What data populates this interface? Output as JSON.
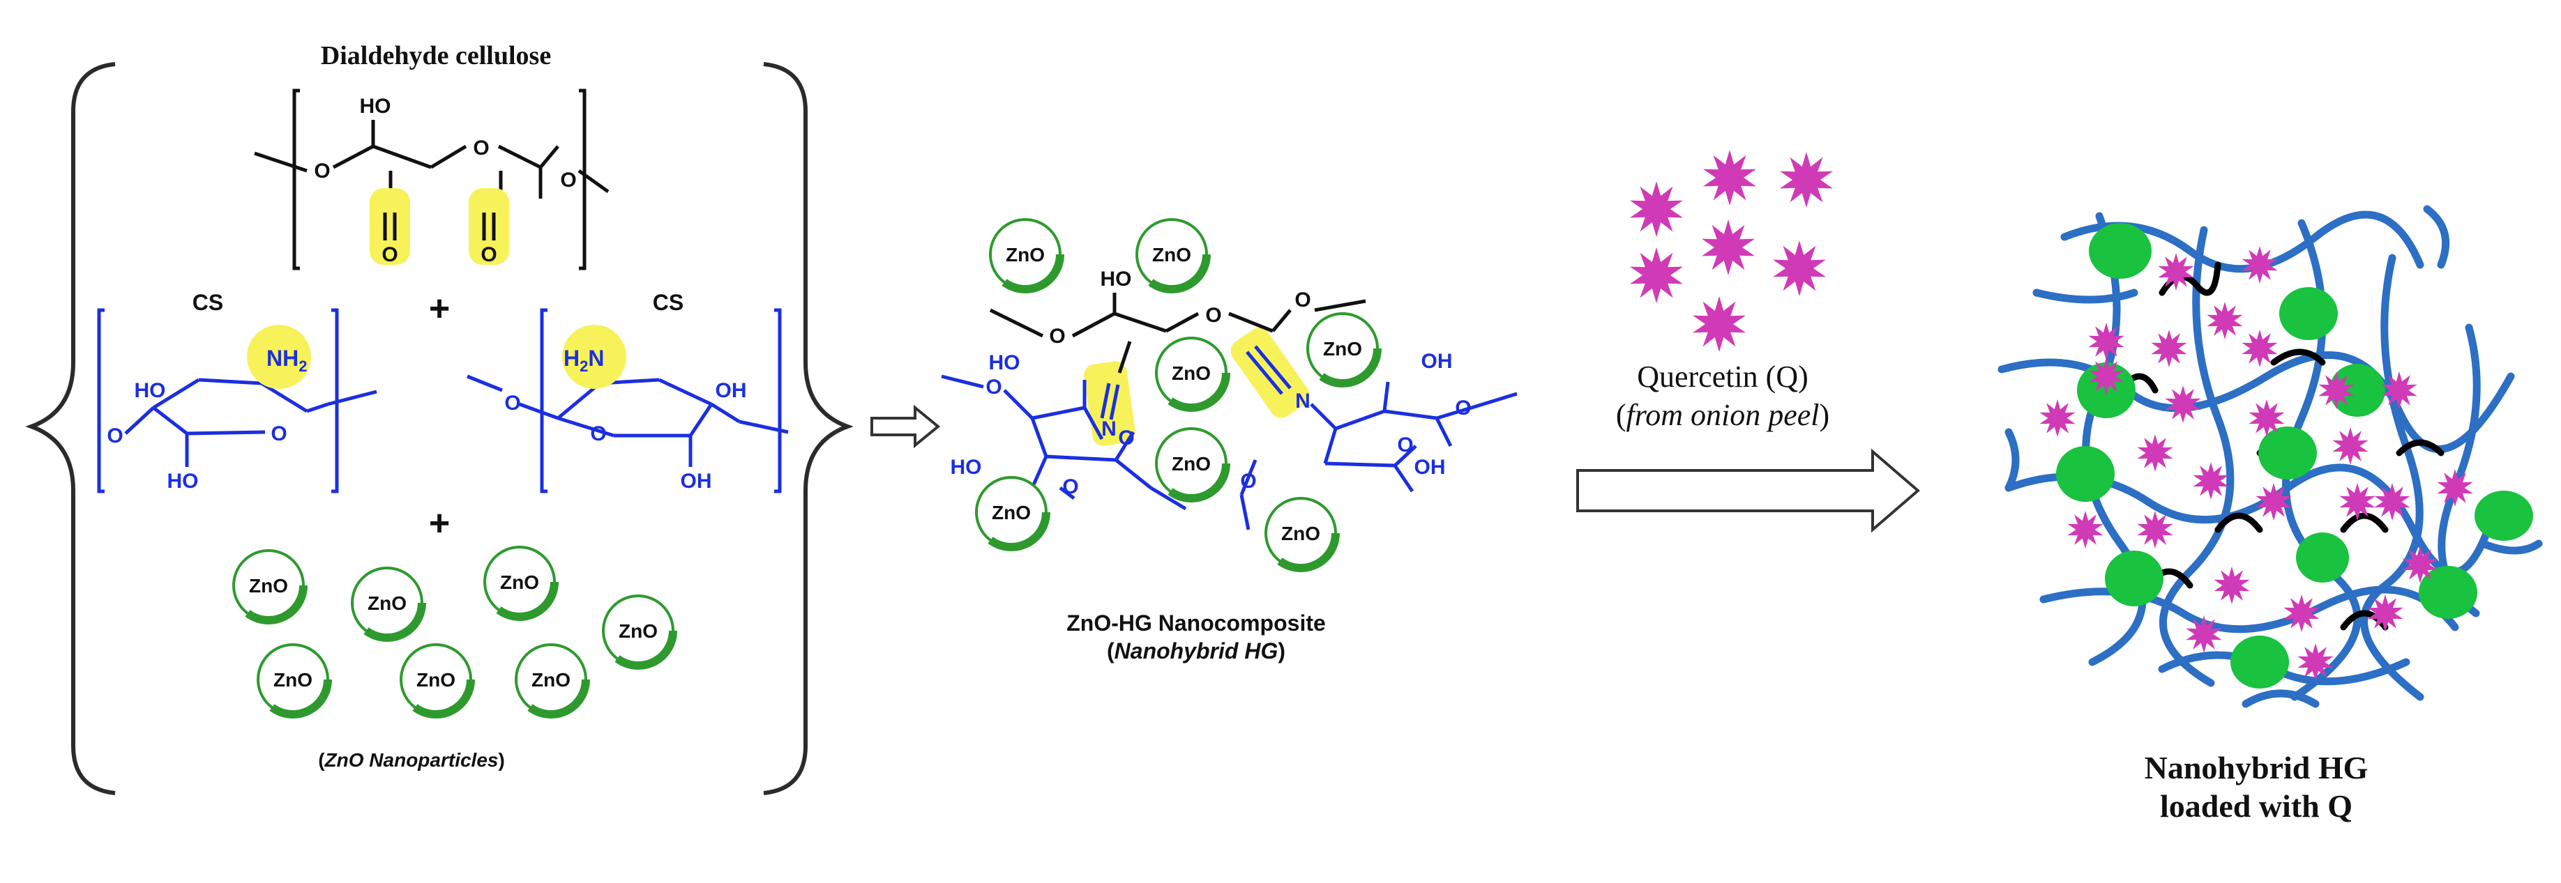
{
  "colors": {
    "bracket": "#2b2b2b",
    "bond_black": "#111111",
    "bond_blue": "#1b2fe0",
    "highlight": "#f7f25a",
    "zno_ring": "#2e9a2e",
    "np_fill": "#19c23f",
    "quercetin": "#d13ab6",
    "chain": "#2c6fc4",
    "crosslink": "#000000"
  },
  "icons": [
    "curly-brace-icon",
    "hollow-arrow-icon",
    "zno-sphere-icon",
    "quercetin-star-icon",
    "nanoparticle-dot-icon"
  ],
  "reactants": {
    "dac_title": "Dialdehyde cellulose",
    "dac_ho": "HO",
    "dac_o_ring": "O",
    "dac_o_link": "O",
    "dac_o_left": "O",
    "dac_cho_a": "O",
    "dac_cho_b": "O",
    "plus_1": "+",
    "plus_2": "+",
    "cs_label_left": "CS",
    "cs_label_right": "CS",
    "left_nh": "NH",
    "left_nh_sub": "2",
    "left_ho": "HO",
    "left_o_ring": "O",
    "left_o_link": "O",
    "left_oh_bottom": "HO",
    "right_nh": "H",
    "right_nh_sub": "2",
    "right_nh_n": "N",
    "right_oh": "OH",
    "right_o_ring": "O",
    "right_o_link": "O",
    "right_oh_bottom": "OH",
    "zno": "ZnO",
    "zno_caption_open": "(",
    "zno_caption_italic": "ZnO Nanoparticles",
    "zno_caption_close": ")"
  },
  "composite": {
    "ho": "HO",
    "o_ring_top": "O",
    "o_left": "O",
    "o_methyl": "O",
    "n_left": "N",
    "n_right": "N",
    "left_ho": "HO",
    "left_o_ring": "O",
    "left_o_bottom": "O",
    "left_ho_bottom": "HO",
    "left_o_link": "O",
    "right_oh": "OH",
    "right_o_ring": "O",
    "right_oh_bottom": "OH",
    "right_o_bottom": "O",
    "right_o_link": "O",
    "zno": "ZnO",
    "caption_line1": "ZnO-HG Nanocomposite",
    "caption_line2_open": "(",
    "caption_line2_italic": "Nanohybrid HG",
    "caption_line2_close": ")"
  },
  "quercetin": {
    "label_line1": "Quercetin (Q)",
    "label_line2_open": "(",
    "label_line2_italic": "from onion peel",
    "label_line2_close": ")"
  },
  "product": {
    "caption_line1": "Nanohybrid HG",
    "caption_line2": "loaded with Q"
  }
}
